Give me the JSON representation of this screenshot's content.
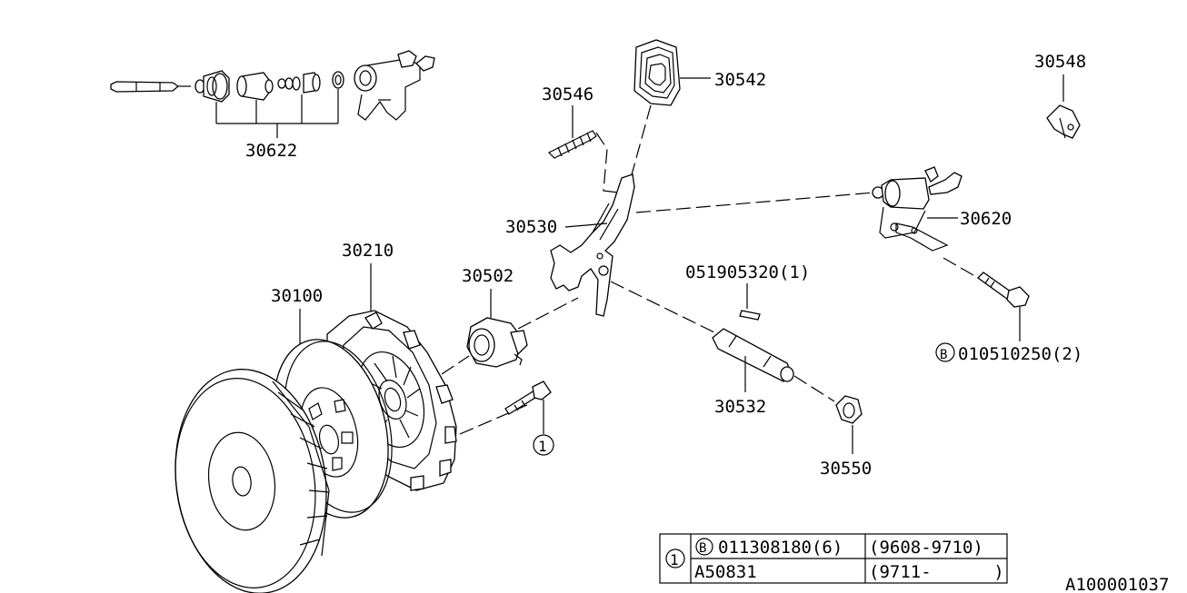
{
  "labels": {
    "p30622": "30622",
    "p30546": "30546",
    "p30542": "30542",
    "p30548": "30548",
    "p30530": "30530",
    "p30620": "30620",
    "p30210": "30210",
    "p30502": "30502",
    "p30100": "30100",
    "p051905320": "051905320(1)",
    "p010510250": "010510250(2)",
    "p30532": "30532",
    "p30550": "30550",
    "callout1": "1",
    "bolt_mark": "B"
  },
  "table": {
    "ref_mark": "1",
    "rows": [
      {
        "mark": "B",
        "part": "011308180(6)",
        "period": "(9608-9710)"
      },
      {
        "mark": "",
        "part": "A50831",
        "period": "(9711-      )"
      }
    ]
  },
  "diagram_id": "A100001037"
}
